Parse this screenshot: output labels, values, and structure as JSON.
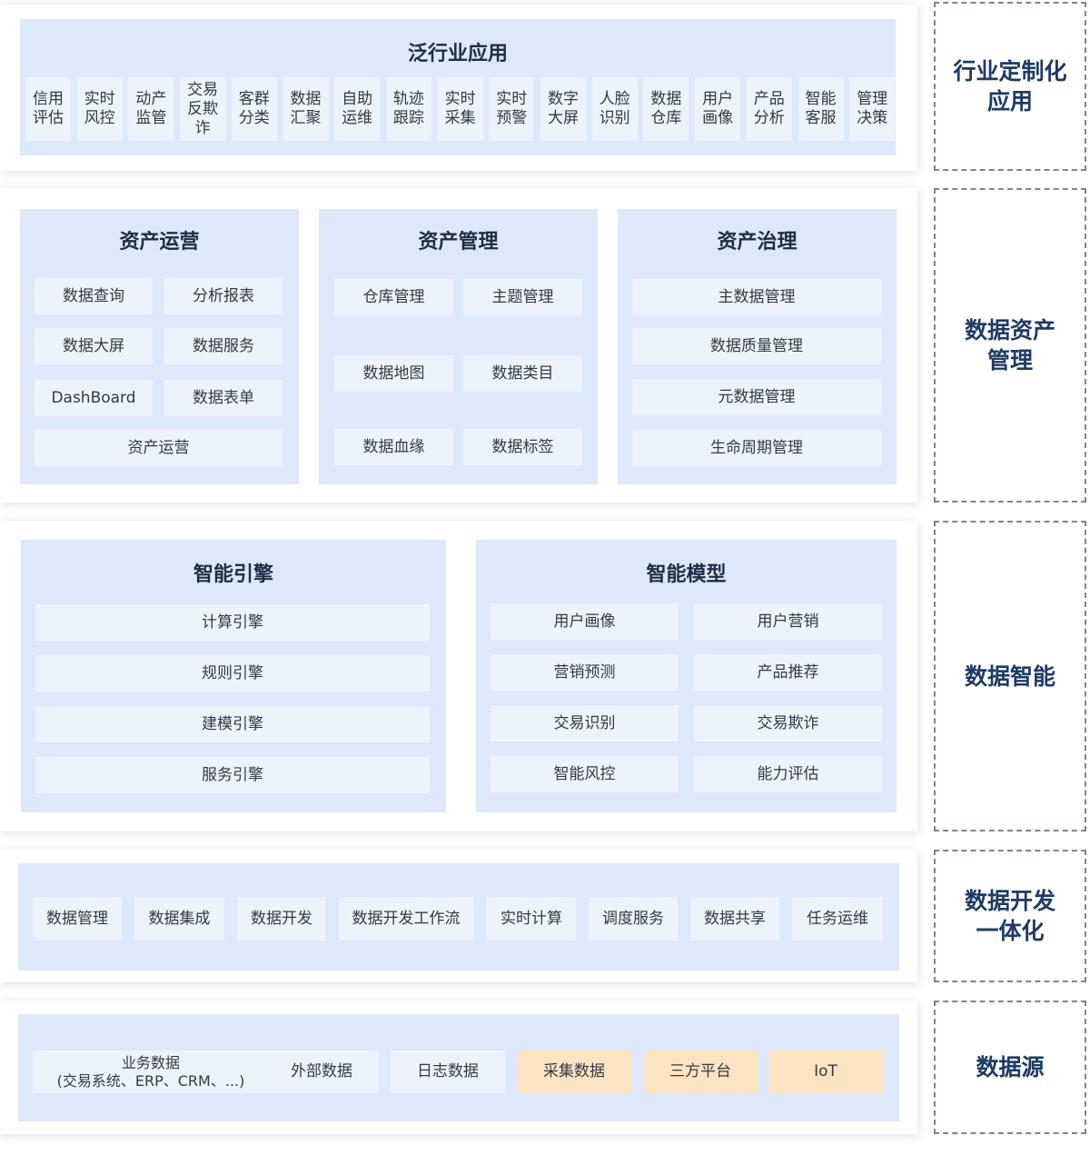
{
  "industry": {
    "title": "泛行业应用",
    "items": [
      "信用评估",
      "实时风控",
      "动产监管",
      "交易反欺诈",
      "客群分类",
      "数据汇聚",
      "自助运维",
      "轨迹跟踪",
      "实时采集",
      "实时预警",
      "数字大屏",
      "人脸识别",
      "数据仓库",
      "用户画像",
      "产品分析",
      "智能客服",
      "管理决策"
    ]
  },
  "asset": {
    "operation": {
      "title": "资产运营",
      "items": [
        "数据查询",
        "分析报表",
        "数据大屏",
        "数据服务",
        "DashBoard",
        "数据表单",
        "资产运营"
      ]
    },
    "management": {
      "title": "资产管理",
      "items": [
        "仓库管理",
        "主题管理",
        "数据地图",
        "数据类目",
        "数据血缘",
        "数据标签"
      ]
    },
    "governance": {
      "title": "资产治理",
      "items": [
        "主数据管理",
        "数据质量管理",
        "元数据管理",
        "生命周期管理"
      ]
    }
  },
  "intelligence": {
    "engine": {
      "title": "智能引擎",
      "items": [
        "计算引擎",
        "规则引擎",
        "建模引擎",
        "服务引擎"
      ]
    },
    "model": {
      "title": "智能模型",
      "items": [
        "用户画像",
        "用户营销",
        "营销预测",
        "产品推荐",
        "交易识别",
        "交易欺诈",
        "智能风控",
        "能力评估"
      ]
    }
  },
  "devops": {
    "items": [
      "数据管理",
      "数据集成",
      "数据开发",
      "数据开发工作流",
      "实时计算",
      "调度服务",
      "数据共享",
      "任务运维"
    ]
  },
  "source": {
    "business_line1": "业务数据",
    "business_line2": "(交易系统、ERP、CRM、...)",
    "items": [
      "外部数据",
      "日志数据",
      "采集数据",
      "三方平台",
      "IoT"
    ]
  },
  "side_labels": [
    "行业定制化应用",
    "数据资产管理",
    "数据智能",
    "数据开发一体化",
    "数据源"
  ],
  "colors": {
    "panel": "#dde8fb",
    "cell": "#edf3fd",
    "highlight": "#fce3c2",
    "title": "#1f3b66"
  }
}
